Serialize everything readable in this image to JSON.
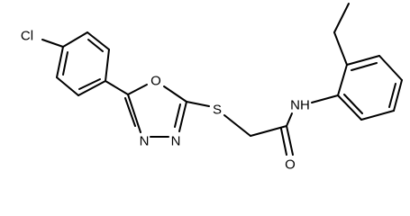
{
  "molecule": {
    "atoms": {
      "cl": "Cl",
      "o_ring": "O",
      "s": "S",
      "n1": "N",
      "n2": "N",
      "nh": "NH",
      "o_carbonyl": "O"
    }
  }
}
